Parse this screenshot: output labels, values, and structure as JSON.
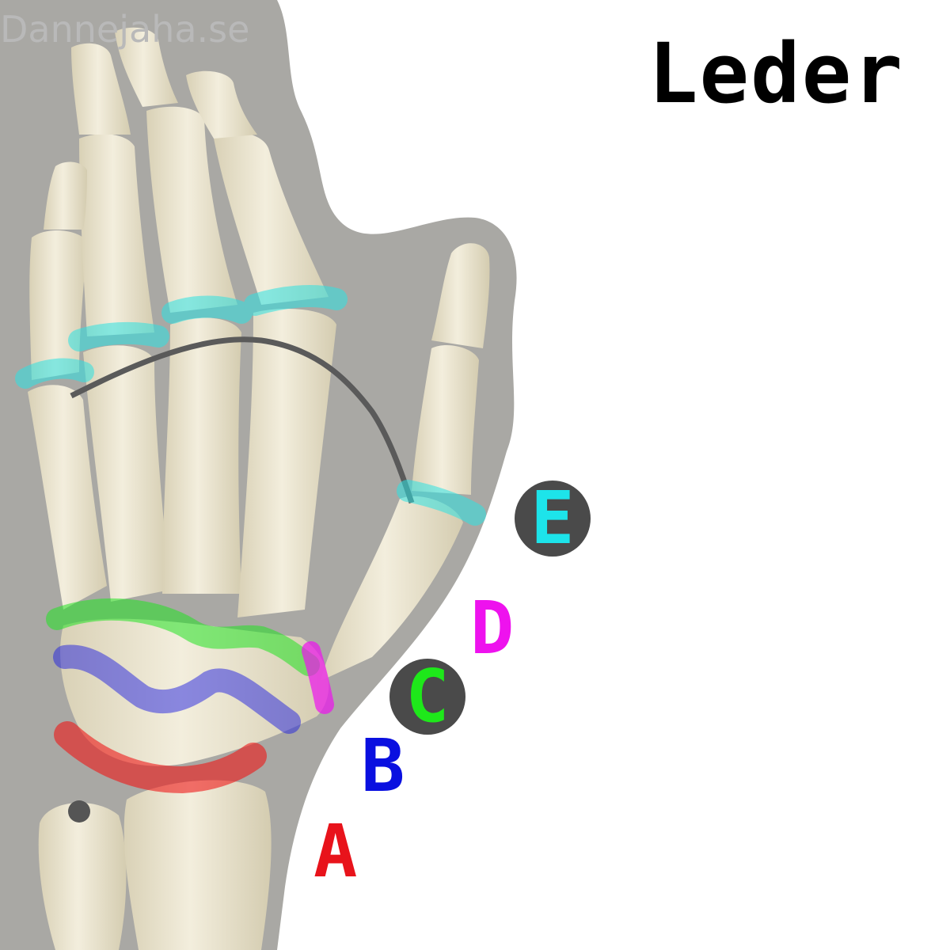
{
  "title": "Leder",
  "watermark": "Dannejaha.se",
  "joints": [
    {
      "id": "A",
      "label": "A",
      "color": "#e8131b",
      "badge": false
    },
    {
      "id": "B",
      "label": "B",
      "color": "#0a10e0",
      "badge": false
    },
    {
      "id": "C",
      "label": "C",
      "color": "#1ee81a",
      "badge": true
    },
    {
      "id": "D",
      "label": "D",
      "color": "#ee12ee",
      "badge": false
    },
    {
      "id": "E",
      "label": "E",
      "color": "#1de4ea",
      "badge": true
    }
  ],
  "colors": {
    "background": "#ffffff",
    "board": "#a8a7a3",
    "bone": "#ede7d2",
    "badge": "#4a4a4a"
  }
}
